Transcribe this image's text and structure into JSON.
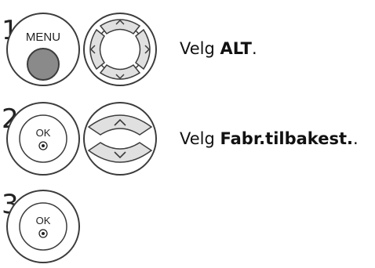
{
  "steps": [
    {
      "number": "1",
      "button_label": "MENU",
      "instruction": {
        "prefix": "Velg ",
        "bold": "ALT",
        "suffix": "."
      },
      "nav_pad": {
        "glyphs": {
          "up": "^",
          "down": "v",
          "left": "<",
          "right": ">"
        }
      }
    },
    {
      "number": "2",
      "button_label": "OK",
      "instruction": {
        "prefix": "Velg ",
        "bold": "Fabr.tilbakest.",
        "suffix": "."
      },
      "nav_pad": {
        "glyphs": {
          "up": "^",
          "down": "v"
        }
      }
    },
    {
      "number": "3",
      "button_label": "OK"
    }
  ],
  "colors": {
    "outline": "#3c3c3c",
    "menu_button_fill": "#8a8a8a",
    "arrow_fill": "#e0e0e0"
  }
}
